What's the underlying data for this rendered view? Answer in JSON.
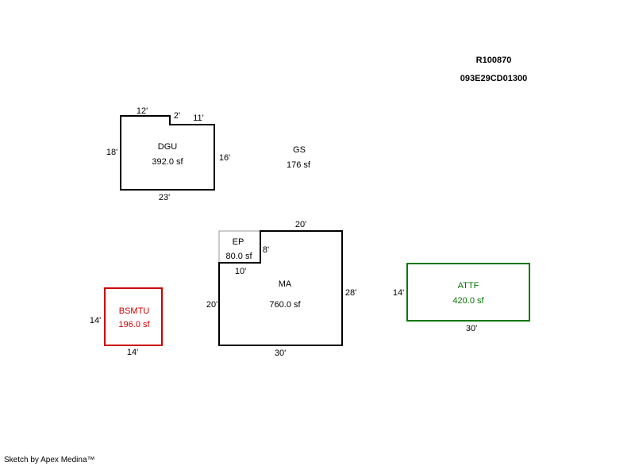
{
  "header": {
    "record_id": "R100870",
    "parcel_id": "093E29CD01300"
  },
  "footer": {
    "credit": "Sketch by Apex Medina™"
  },
  "colors": {
    "default": "#000000",
    "bsmtu": "#cc0000",
    "attf": "#007700",
    "ep_outline": "#999999"
  },
  "areas": {
    "dgu": {
      "code": "DGU",
      "area": "392.0 sf",
      "dims": {
        "top_left": "12'",
        "notch": "2'",
        "top_right": "11'",
        "left": "18'",
        "right": "16'",
        "bottom": "23'"
      }
    },
    "gs": {
      "code": "GS",
      "area": "176 sf"
    },
    "ep": {
      "code": "EP",
      "area": "80.0 sf",
      "dims": {
        "right": "8'",
        "bottom": "10'"
      }
    },
    "ma": {
      "code": "MA",
      "area": "760.0 sf",
      "dims": {
        "top": "20'",
        "left": "20'",
        "right": "28'",
        "bottom": "30'"
      }
    },
    "bsmtu": {
      "code": "BSMTU",
      "area": "196.0 sf",
      "dims": {
        "left": "14'",
        "bottom": "14'"
      }
    },
    "attf": {
      "code": "ATTF",
      "area": "420.0 sf",
      "dims": {
        "left": "14'",
        "bottom": "30'"
      }
    }
  }
}
